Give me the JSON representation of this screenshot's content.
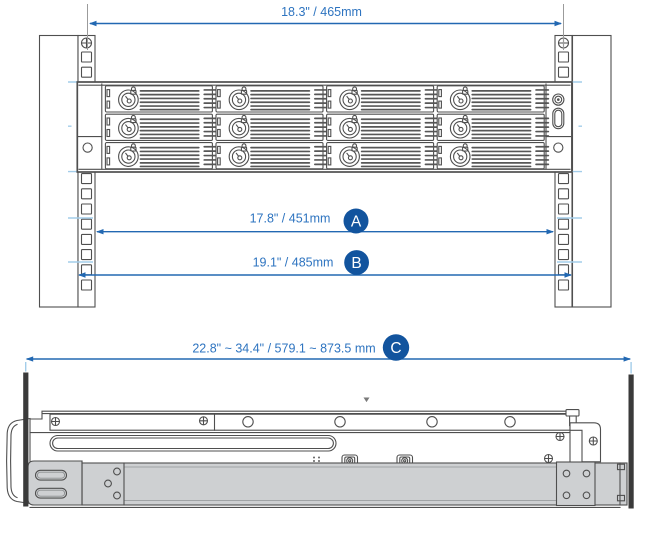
{
  "diagram": {
    "front_view": {
      "dim_width_outer": "18.3\" / 465mm",
      "dim_a_label": "17.8\" / 451mm",
      "dim_a_badge": "A",
      "dim_b_label": "19.1\" / 485mm",
      "dim_b_badge": "B"
    },
    "side_view": {
      "dim_c_label": "22.8\" ~ 34.4\" / 579.1 ~ 873.5 mm",
      "dim_c_badge": "C"
    }
  },
  "colors": {
    "dimension_blue": "#2268b2",
    "dimension_text_blue": "#2e74c0",
    "badge_blue": "#12549e",
    "tick_light_blue": "#a3cdea",
    "line_gray": "#4f4f4f",
    "rail_gray": "#ced0d2",
    "post_black": "#3a3a3a"
  }
}
